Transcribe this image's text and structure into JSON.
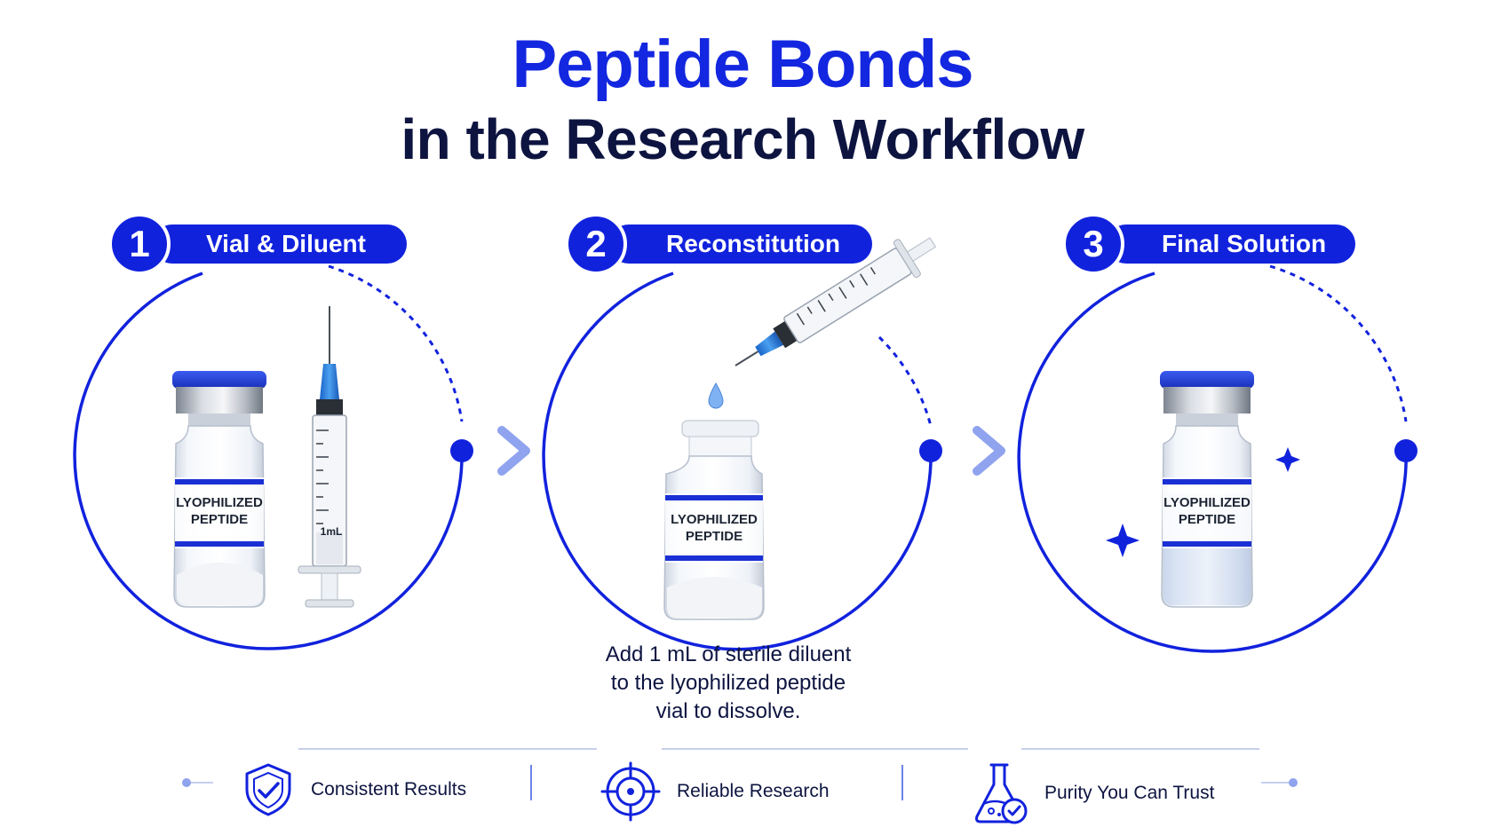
{
  "title": {
    "main": "Peptide Bonds",
    "sub": "in the Research Workflow"
  },
  "steps": [
    {
      "number": "1",
      "label": "Vial & Diluent",
      "vial_label_line1": "LYOPHILIZED",
      "vial_label_line2": "PEPTIDE",
      "syringe_label": "1mL"
    },
    {
      "number": "2",
      "label": "Reconstitution",
      "vial_label_line1": "LYOPHILIZED",
      "vial_label_line2": "PEPTIDE"
    },
    {
      "number": "3",
      "label": "Final Solution",
      "vial_label_line1": "LYOPHILIZED",
      "vial_label_line2": "PEPTIDE"
    }
  ],
  "caption": {
    "line1": "Add 1 mL of sterile diluent",
    "line2": "to the lyophilized peptide",
    "line3": "vial to dissolve."
  },
  "features": [
    {
      "icon": "shield-check-icon",
      "label": "Consistent Results"
    },
    {
      "icon": "target-icon",
      "label": "Reliable Research"
    },
    {
      "icon": "flask-check-icon",
      "label": "Purity You Can Trust"
    }
  ],
  "colors": {
    "accent": "#1122dd",
    "title_blue": "#1427e0",
    "navy": "#0d1440"
  }
}
